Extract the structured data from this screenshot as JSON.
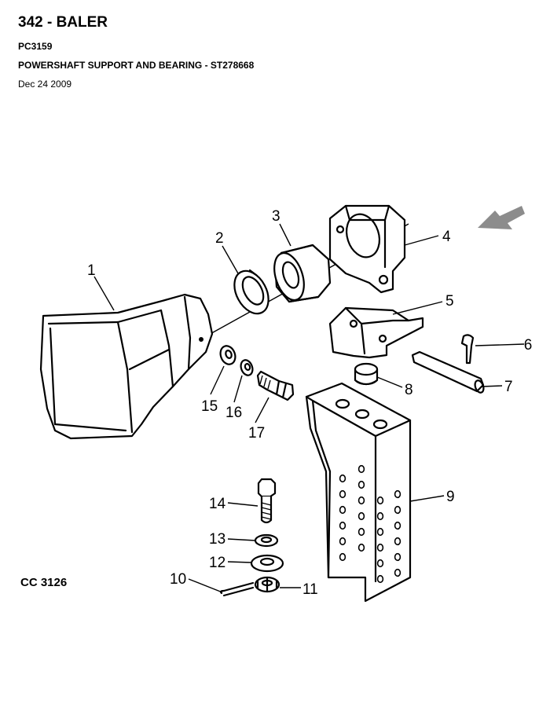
{
  "header": {
    "title": "342 - BALER",
    "code": "PC3159",
    "subtitle": "POWERSHAFT SUPPORT AND BEARING - ST278668",
    "date": "Dec 24 2009"
  },
  "diagram": {
    "drawing_number": "CC 3126",
    "callouts": [
      "1",
      "2",
      "3",
      "4",
      "5",
      "6",
      "7",
      "8",
      "9",
      "10",
      "11",
      "12",
      "13",
      "14",
      "15",
      "16",
      "17"
    ],
    "arrow_color": "#8c8c8c"
  }
}
